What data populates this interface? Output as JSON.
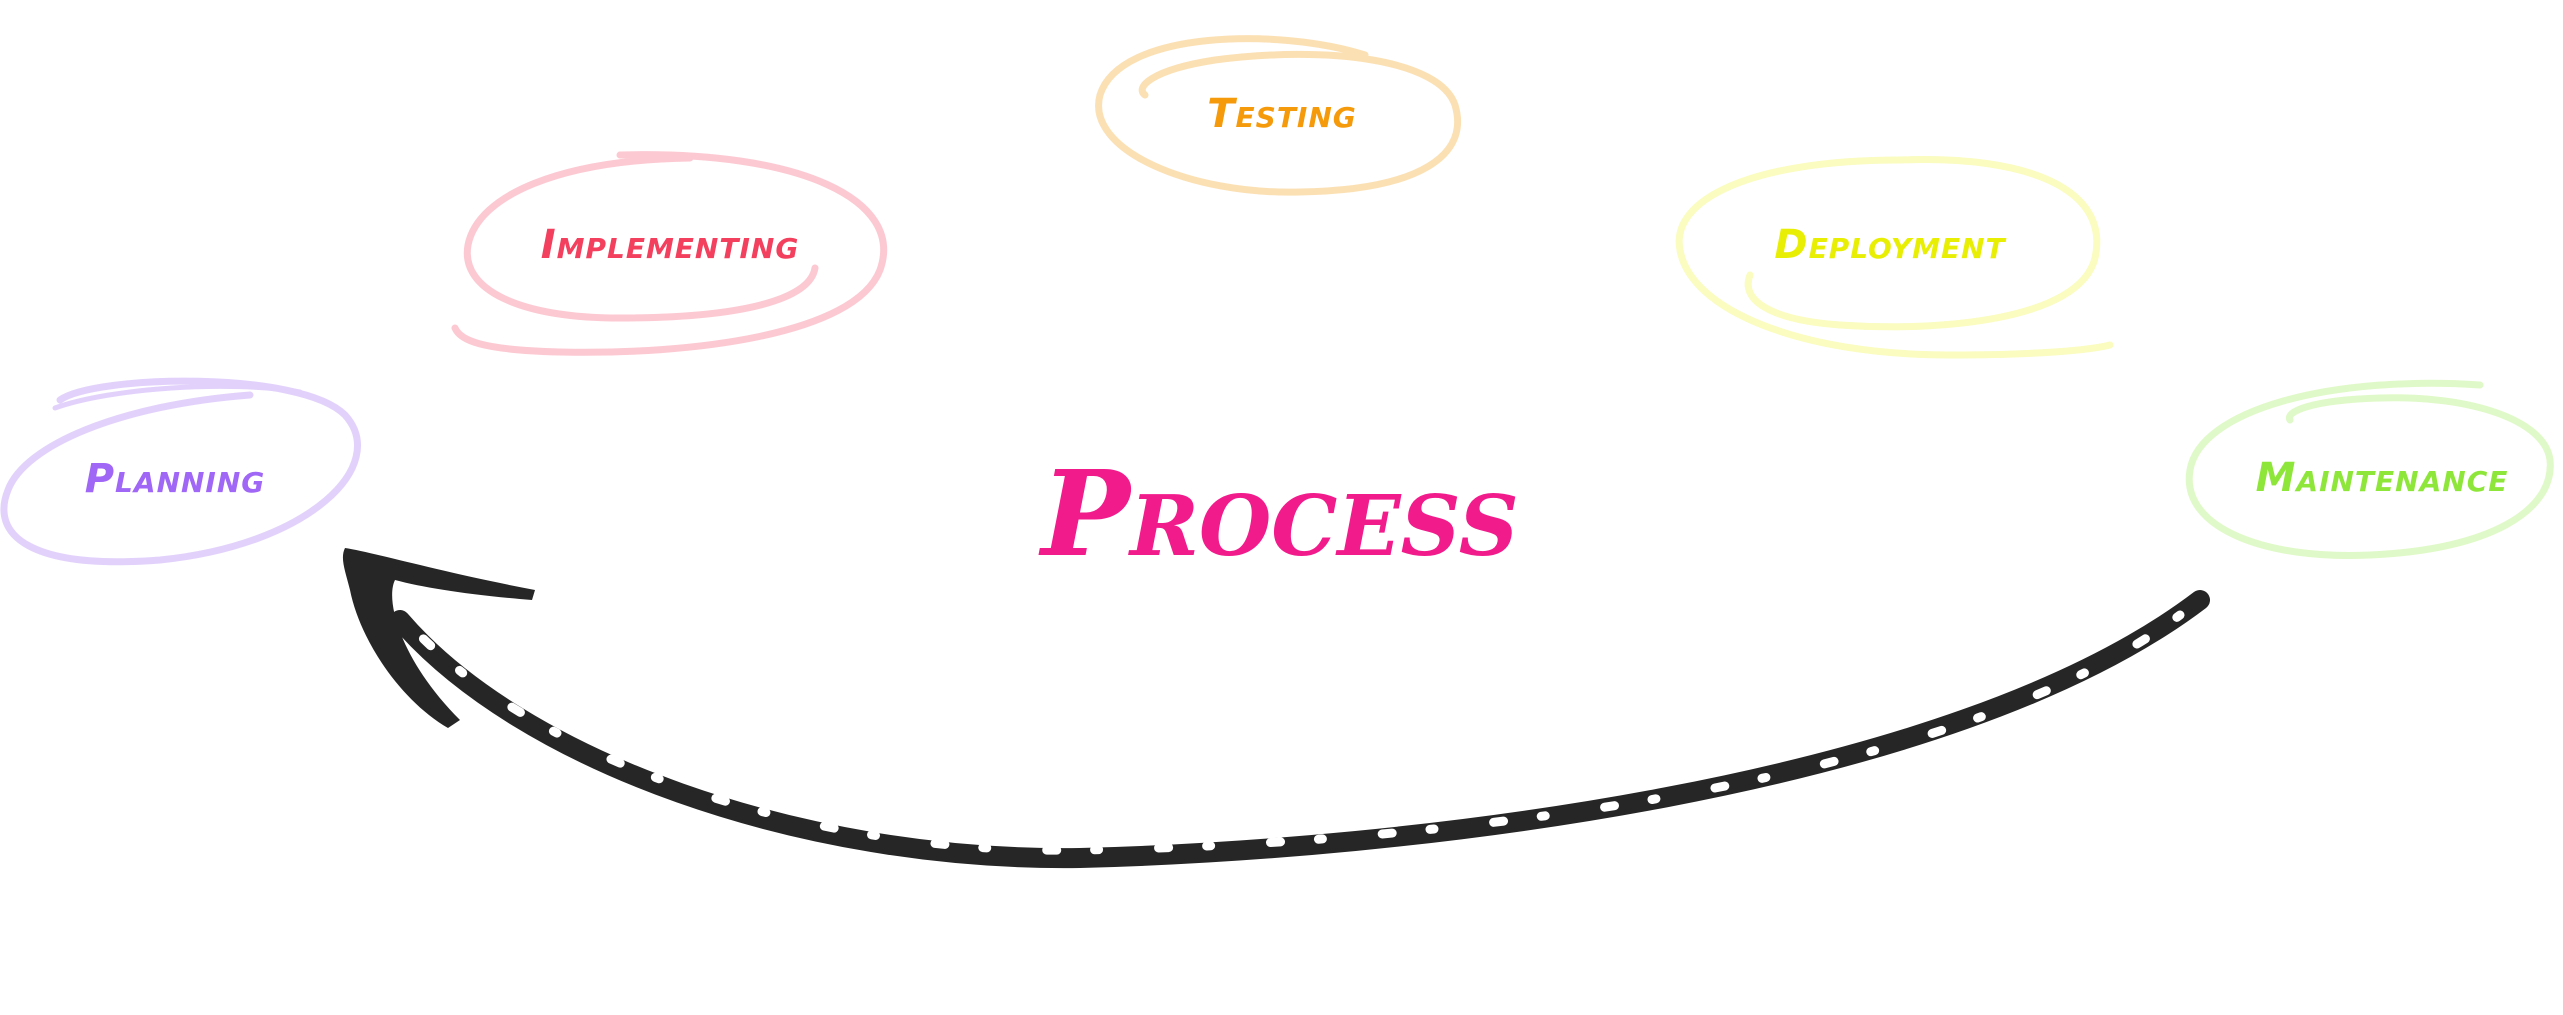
{
  "diagram": {
    "center_title": "Process",
    "center_color": "#f21b8c",
    "arrow_color": "#262626",
    "stages": [
      {
        "name": "Planning",
        "color": "#a066f5",
        "ring_color": "#e2d2fb"
      },
      {
        "name": "Implementing",
        "color": "#f2405e",
        "ring_color": "#fcc9d2"
      },
      {
        "name": "Testing",
        "color": "#f59a0b",
        "ring_color": "#fbe0b4"
      },
      {
        "name": "Deployment",
        "color": "#e8ef05",
        "ring_color": "#fafcc0"
      },
      {
        "name": "Maintenance",
        "color": "#8fe63a",
        "ring_color": "#e0f9c8"
      }
    ]
  }
}
